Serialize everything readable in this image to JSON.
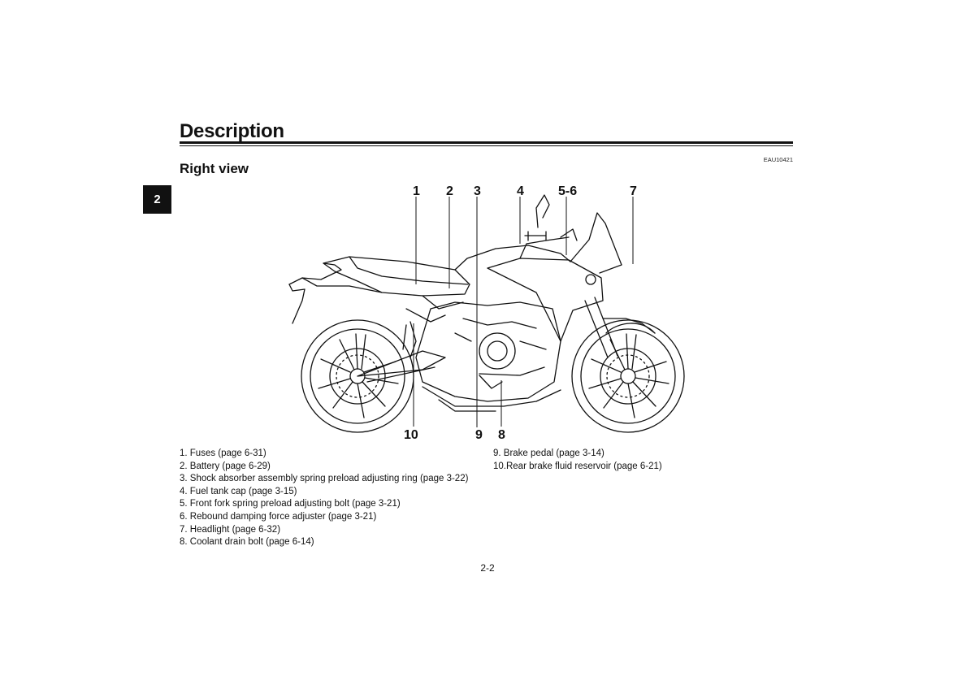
{
  "header": {
    "title": "Description",
    "subtitle": "Right view",
    "code": "EAU10421",
    "chapter": "2"
  },
  "figure": {
    "icon": "motorcycle-right-view-icon",
    "callouts": [
      "1",
      "2",
      "3",
      "4",
      "5-6",
      "7",
      "10",
      "9",
      "8"
    ]
  },
  "legend": {
    "left": [
      "1.  Fuses (page 6-31)",
      "2.  Battery (page 6-29)",
      "3.  Shock absorber assembly spring preload adjusting ring (page 3-22)",
      "4.  Fuel tank cap (page 3-15)",
      "5.  Front fork spring preload adjusting bolt (page 3-21)",
      "6.  Rebound damping force adjuster (page 3-21)",
      "7.  Headlight (page 6-32)",
      "8.  Coolant drain bolt (page 6-14)"
    ],
    "right": [
      "9.  Brake pedal (page 3-14)",
      "10.Rear brake fluid reservoir (page 6-21)"
    ]
  },
  "footer": {
    "page": "2-2"
  }
}
